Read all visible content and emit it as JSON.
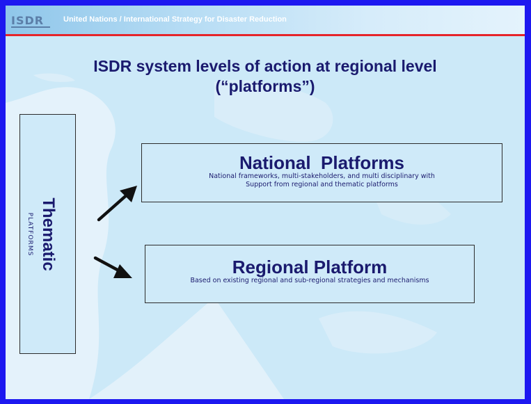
{
  "header": {
    "logo_text": "ISDR",
    "org_name": "United Nations / International Strategy for Disaster Reduction"
  },
  "slide": {
    "title_line1": "ISDR system levels of action at regional level",
    "title_line2": "(“platforms”)"
  },
  "thematic": {
    "title": "Thematic",
    "subtitle": "PLATFORMS"
  },
  "national": {
    "title": "National  Platforms",
    "description": "National frameworks, multi-stakeholders, and multi disciplinary with\nSupport from regional and thematic platforms"
  },
  "regional": {
    "title": "Regional Platform",
    "description": "Based on existing regional and sub-regional strategies and mechanisms"
  },
  "colors": {
    "frame_border": "#1d18f0",
    "slide_background": "#cce9f8",
    "header_accent_line": "#e6242a",
    "text_navy": "#1a1a6e",
    "box_fill": "#cfeaf9"
  }
}
